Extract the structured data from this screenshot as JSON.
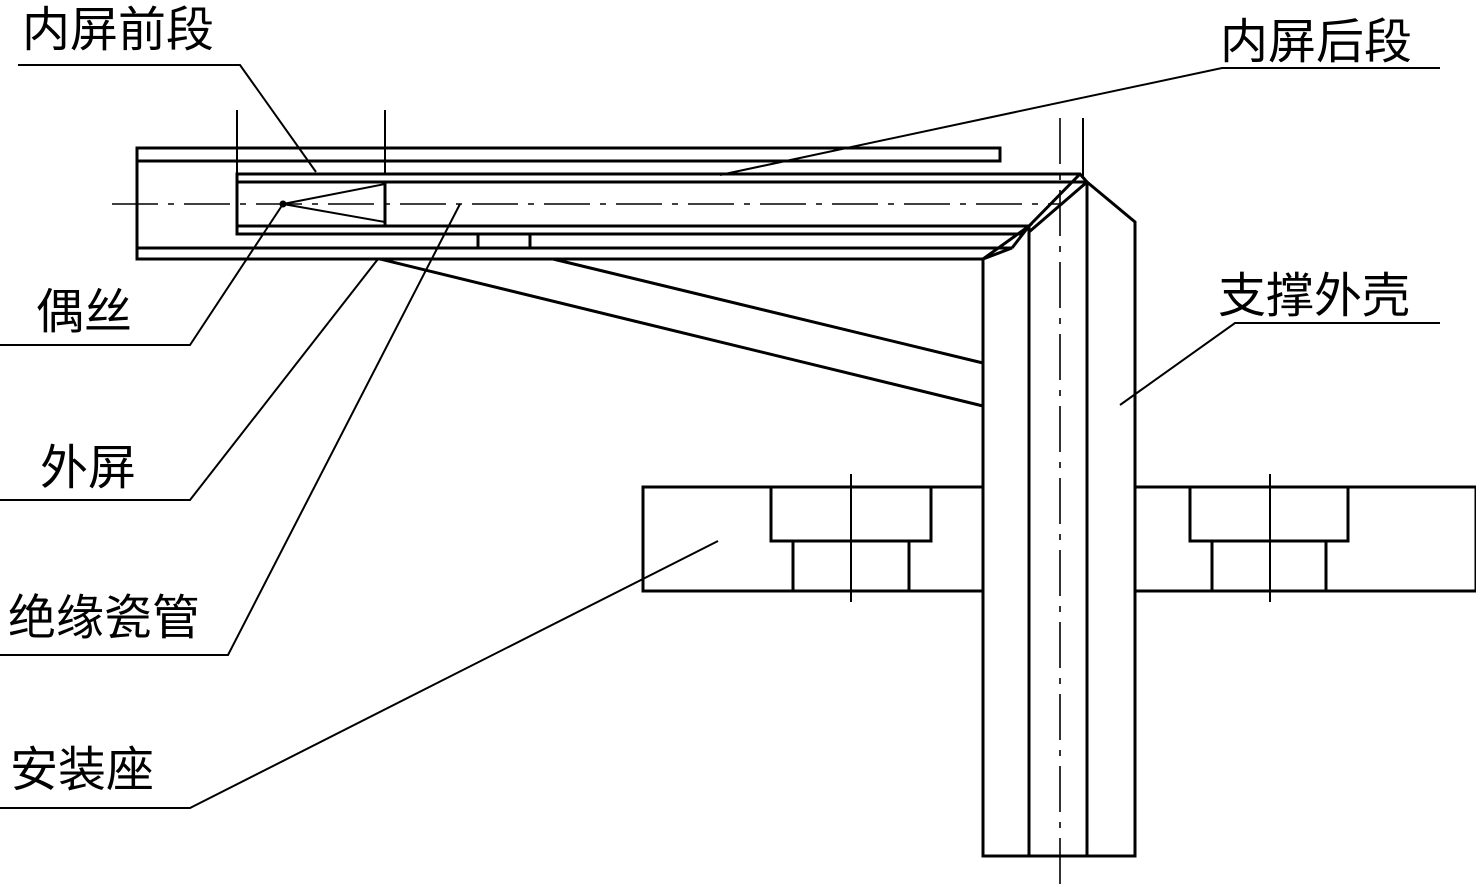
{
  "labels": {
    "inner_front": "内屏前段",
    "inner_rear": "内屏后段",
    "thermocouple": "偶丝",
    "support_shell": "支撑外壳",
    "outer_screen": "外屏",
    "ceramic_tube": "绝缘瓷管",
    "mount_base": "安装座"
  },
  "colors": {
    "line": "#000000",
    "background": "#ffffff"
  }
}
